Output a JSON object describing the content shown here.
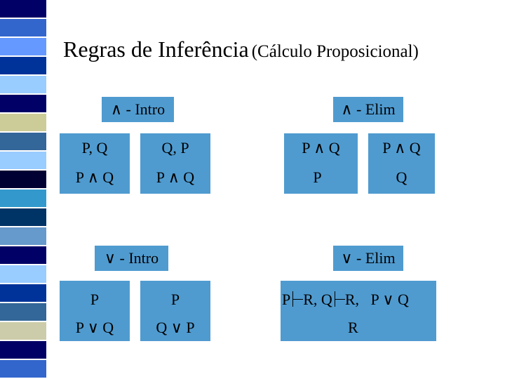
{
  "title": {
    "main": "Regras de Inferência",
    "sub": "(Cálculo Proposicional)"
  },
  "stripe_colors": [
    "#000066",
    "#3366cc",
    "#6699ff",
    "#003399",
    "#99ccff",
    "#000066",
    "#cccc99",
    "#336699",
    "#99ccff",
    "#000033",
    "#3399cc",
    "#003366",
    "#6699cc",
    "#000066",
    "#99ccff",
    "#003399",
    "#336699",
    "#ccccaa",
    "#000066",
    "#3366cc"
  ],
  "and_intro": {
    "header": "∧ - Intro",
    "rules": [
      {
        "premise": "P, Q",
        "conclusion": "P ∧ Q"
      },
      {
        "premise": "Q, P",
        "conclusion": "P ∧ Q"
      }
    ]
  },
  "and_elim": {
    "header": "∧ - Elim",
    "rules": [
      {
        "premise": "P ∧ Q",
        "conclusion": "P"
      },
      {
        "premise": "P ∧ Q",
        "conclusion": "Q"
      }
    ]
  },
  "or_intro": {
    "header": "∨ - Intro",
    "rules": [
      {
        "premise": "P",
        "conclusion": "P ∨ Q"
      },
      {
        "premise": "P",
        "conclusion": "Q ∨ P"
      }
    ]
  },
  "or_elim": {
    "header": "∨ - Elim",
    "premise_p": "P",
    "premise_rq": "R, Q",
    "premise_rest": "R,   P ∨ Q",
    "conclusion": "R"
  }
}
